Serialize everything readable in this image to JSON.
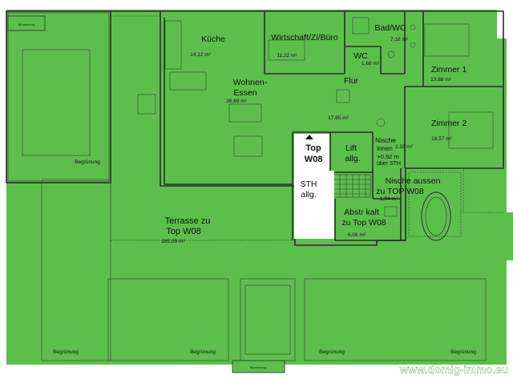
{
  "colors": {
    "floor": "#5cbf4c",
    "white_area": "#ffffff",
    "wall": "#2d2d2d",
    "watermark": "#ffffff"
  },
  "labels": {
    "blumentrog_top": "Blumentrog",
    "blumentrog_bottom": "Blumentrog",
    "kueche": "Küche",
    "kueche_area": "14,12 m²",
    "wirtschaft": "Wirtschaft/Zi/Büro",
    "wirtschaft_area": "11,22 m²",
    "badwc": "Bad/WC",
    "badwc_area": "7,18 m²",
    "wc": "WC",
    "wc_area": "1,68 m²",
    "zimmer1": "Zimmer 1",
    "zimmer1_area": "13,88 m²",
    "wohnen1": "Wohnen-",
    "wohnen2": "Essen",
    "wohnen_area": "36,69 m²",
    "flur": "Flur",
    "flur_area": "17,65 m²",
    "zimmer2": "Zimmer 2",
    "zimmer2_area": "18,57 m²",
    "top1": "Top",
    "top2": "W08",
    "lift1": "Lift",
    "lift2": "allg.",
    "nische_innen1": "Nische",
    "nische_innen2": "innen",
    "nische_innen3": "+0,92 m",
    "nische_innen4": "über STH",
    "nische_innen_area": "2,18 m²",
    "sth1": "STH",
    "sth2": "allg.",
    "nische_aussen1": "Nische aussen",
    "nische_aussen2": "zu TOP W08",
    "nische_aussen_area": "1,94 m²",
    "abstr1": "Abstr kalt",
    "abstr2": "zu Top W08",
    "abstr_area": "6,06 m²",
    "terrasse1": "Terrasse zu",
    "terrasse2": "Top W08",
    "terrasse_area": "285,09 m²",
    "begruenung": "Begrünung",
    "watermark": "www.domig-immo.eu"
  }
}
